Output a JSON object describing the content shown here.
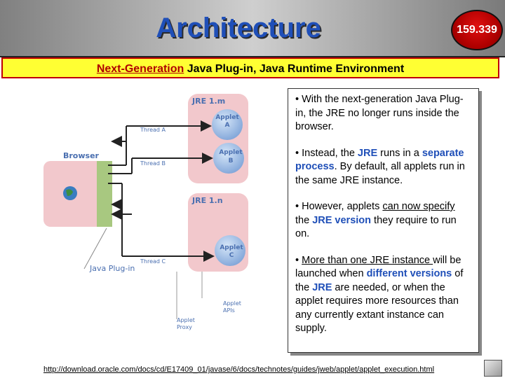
{
  "header": {
    "title": "Architecture",
    "badge": "159.339"
  },
  "subtitle": {
    "part1": "Next-Generation",
    "part2": " Java Plug-in, Java Runtime Environment"
  },
  "diagram": {
    "jre_top": "JRE 1.m",
    "jre_bottom": "JRE 1.n",
    "applet_a": [
      "Applet",
      "A"
    ],
    "applet_b": [
      "Applet",
      "B"
    ],
    "applet_c": [
      "Applet",
      "C"
    ],
    "thread_a": "Thread A",
    "thread_b": "Thread B",
    "thread_c": "Thread C",
    "browser": "Browser",
    "java_plugin": "Java Plug-in",
    "applet_apis": [
      "Applet",
      "APIs"
    ],
    "applet_proxy": [
      "Applet",
      "Proxy"
    ]
  },
  "bullets": {
    "b1": "• With the next-generation Java Plug-in, the JRE no longer runs inside the browser.",
    "b2_a": "• Instead, the ",
    "b2_jre": "JRE",
    "b2_b": " runs in a ",
    "b2_sep": "separate process",
    "b2_c": ". By default, all applets run in the same JRE instance.",
    "b3_a": "• However, applets ",
    "b3_can": "can now specify",
    "b3_b": " the ",
    "b3_ver": "JRE version",
    "b3_c": " they require to run on.",
    "b4_a": "• ",
    "b4_more": "More than one JRE instance ",
    "b4_b": "will be launched when ",
    "b4_diff": "different versions",
    "b4_c": " of the ",
    "b4_jre": "JRE",
    "b4_d": " are needed, or when the applet requires more resources than any currently extant instance can supply."
  },
  "footer": {
    "url": "http://download.oracle.com/docs/cd/E17409_01/javase/6/docs/technotes/guides/jweb/applet/applet_execution.html"
  },
  "colors": {
    "title": "#1f4fb8",
    "badge": "#c00000",
    "subtitle_bg": "#ffff33",
    "jre_box": "#f2c8cc",
    "plugin_bar": "#a8c880",
    "applet_circle": "#a9c4e8"
  }
}
